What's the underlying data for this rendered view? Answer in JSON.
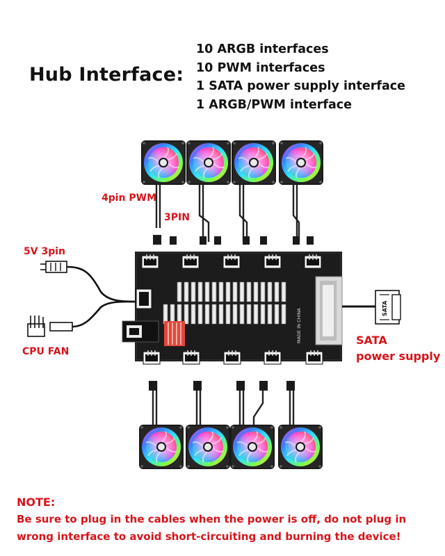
{
  "header": {
    "title": "Hub Interface:",
    "specs": [
      "10 ARGB interfaces",
      "10 PWM interfaces",
      "1 SATA power supply interface",
      "1 ARGB/PWM interface"
    ]
  },
  "labels": {
    "pwm4pin": "4pin PWM",
    "pin3": "3PIN",
    "v5pin3": "5V 3pin",
    "cpu_fan": "CPU FAN",
    "sata_line1": "SATA",
    "sata_line2": "power supply",
    "sata_plug_text": "SATA"
  },
  "note": {
    "title": "NOTE:",
    "line1": "Be sure to plug in the cables when the power is off, do not plug in",
    "line2": "wrong interface to avoid short-circuiting and burning the device!"
  },
  "colors": {
    "text": "#111111",
    "warning": "#d8141a",
    "board": "#1c1c1c"
  },
  "icons": {
    "fan": "rgb-fan-icon",
    "plug": "3pin-plug-icon",
    "cpu_header": "cpu-fan-header-icon",
    "sata": "sata-plug-icon"
  }
}
